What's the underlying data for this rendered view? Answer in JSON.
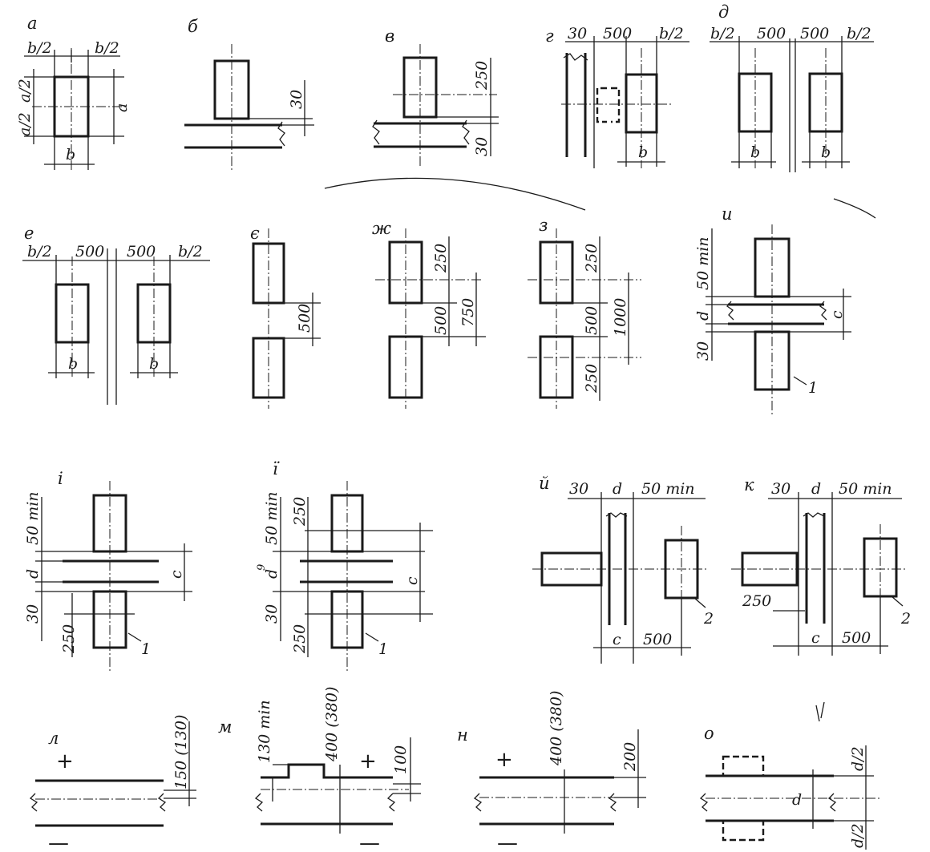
{
  "panel_labels": {
    "a": "а",
    "b": "б",
    "v": "в",
    "g": "г",
    "d": "д",
    "e": "е",
    "ye": "є",
    "zh": "ж",
    "z": "з",
    "i": "и",
    "i2": "і",
    "i3": "ї",
    "y": "й",
    "k": "к",
    "l": "л",
    "m": "м",
    "n": "н",
    "o": "о"
  },
  "dims": {
    "b2": "b/2",
    "a2": "a/2",
    "a": "a",
    "b": "b",
    "c": "c",
    "d": "d",
    "d2": "d/2",
    "v30": "30",
    "v100": "100",
    "v200": "200",
    "v250": "250",
    "v500": "500",
    "v750": "750",
    "v1000": "1000",
    "min50": "50 min",
    "min130": "130 min",
    "v150": "150 (130)",
    "v400": "400 (380)",
    "n1": "1",
    "n2": "2",
    "n9": "9"
  },
  "signs": {
    "plus": "+",
    "minus": "—"
  }
}
